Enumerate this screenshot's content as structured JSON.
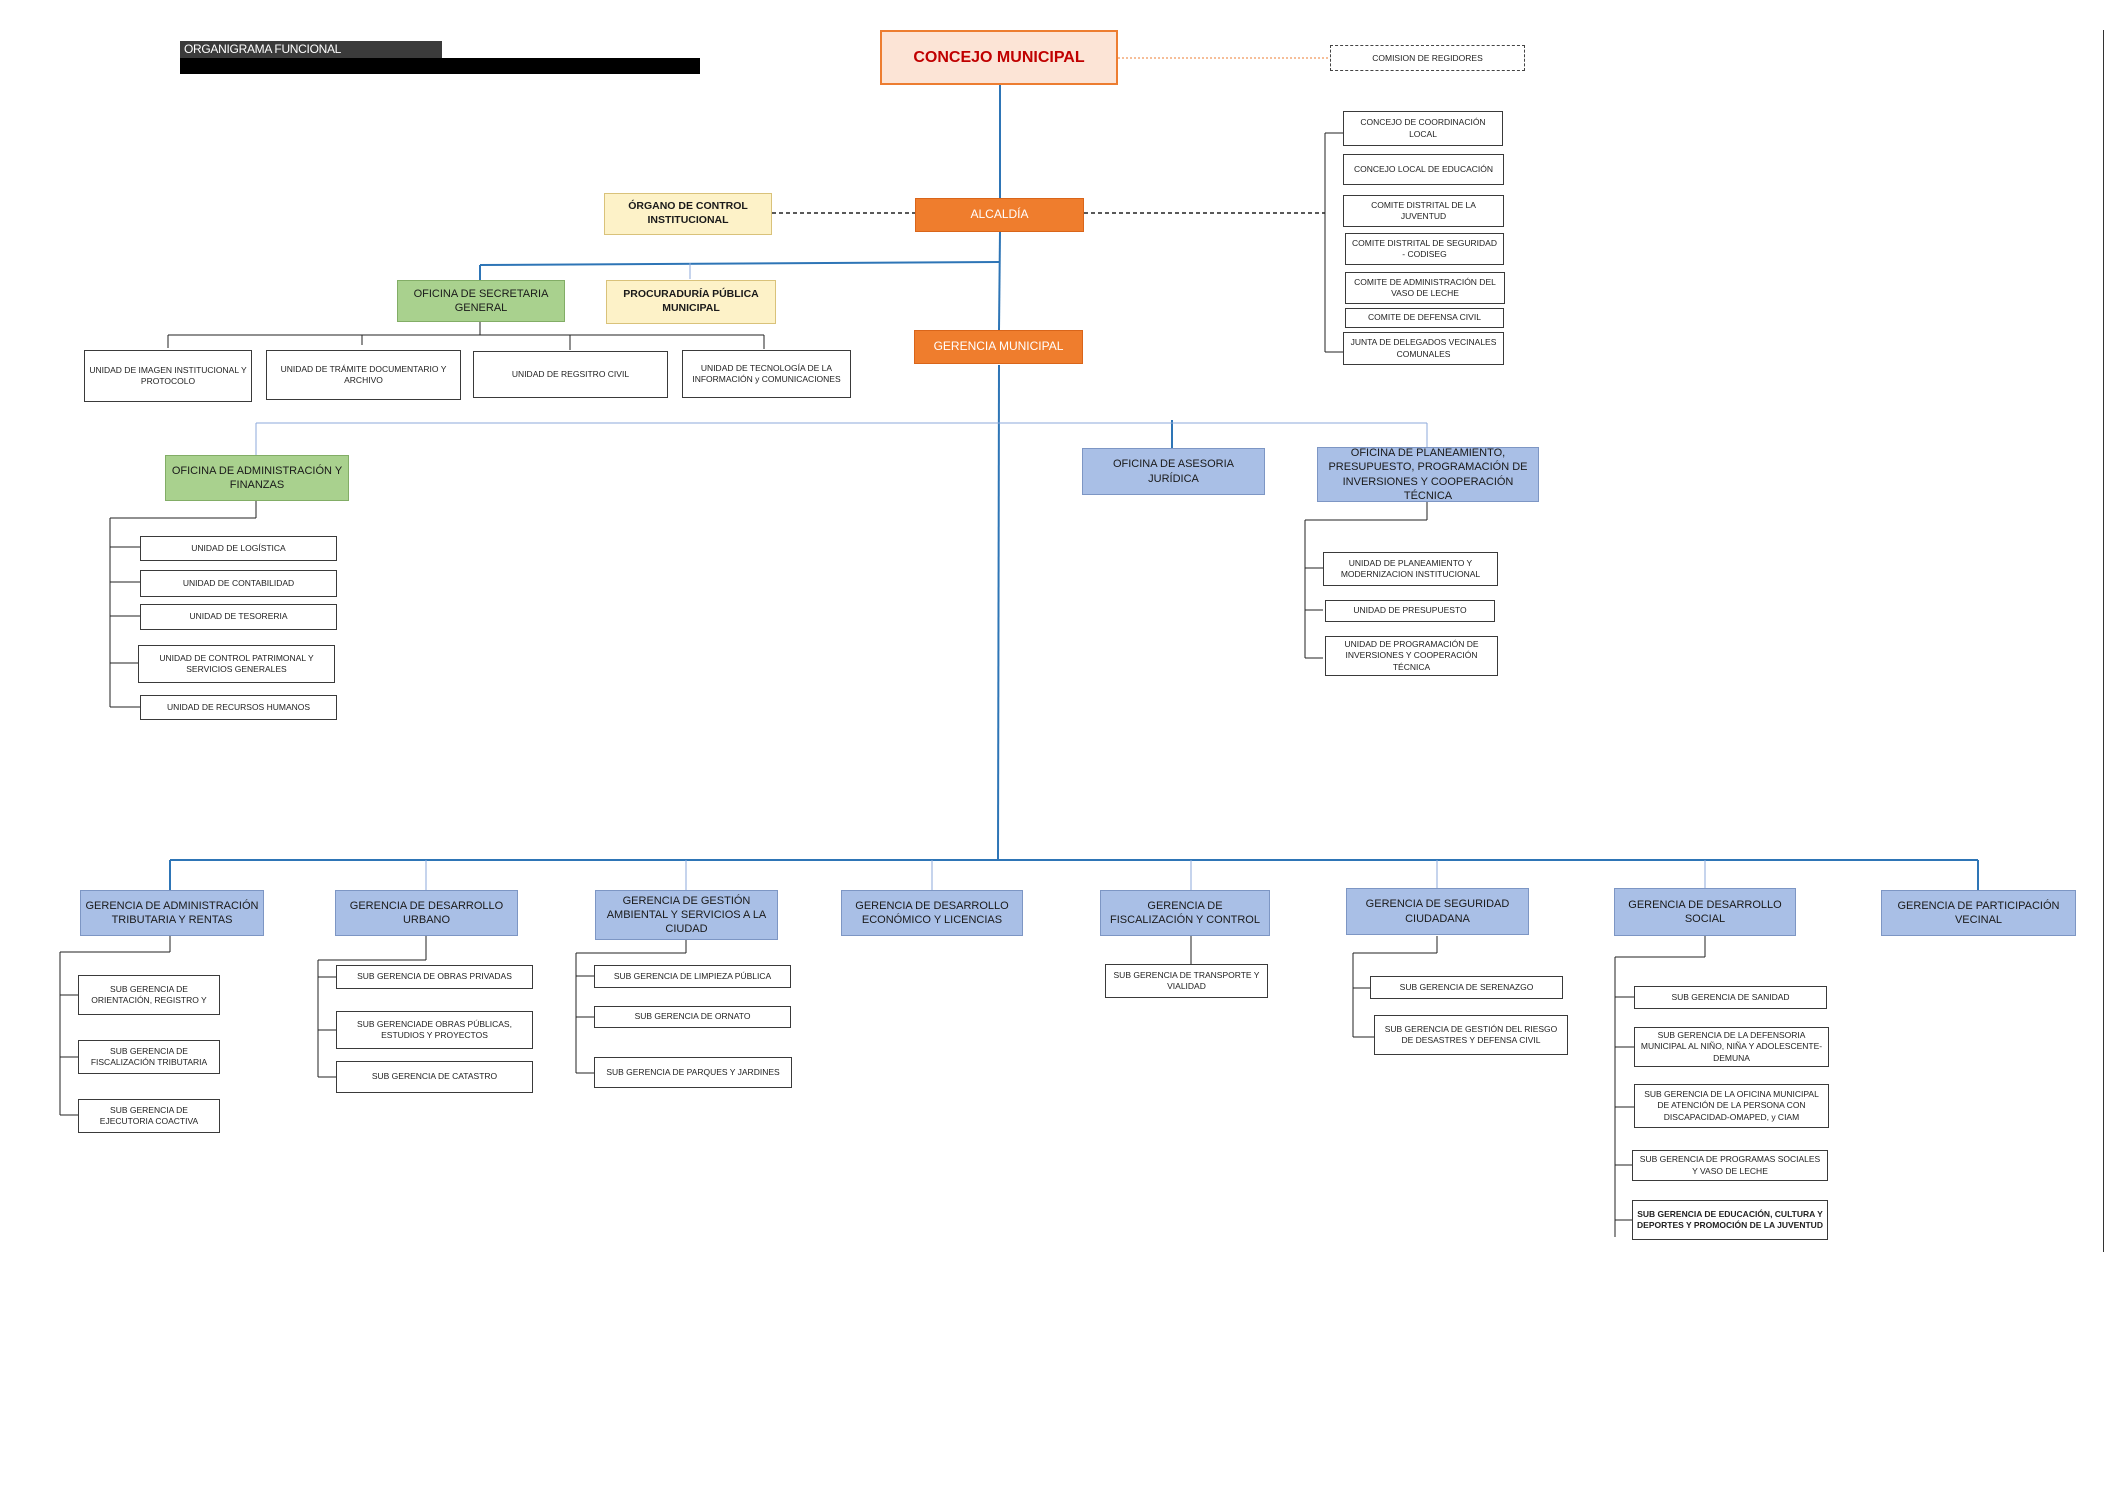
{
  "header": {
    "title": "ORGANIGRAMA FUNCIONAL"
  },
  "top": {
    "concejo": "CONCEJO MUNICIPAL",
    "comision": "COMISION DE REGIDORES",
    "alcaldia": "ALCALDÍA",
    "control": "ÓRGANO DE CONTROL INSTITUCIONAL",
    "procuraduria": "PROCURADURÍA PÚBLICA MUNICIPAL",
    "secretaria": "OFICINA DE SECRETARIA GENERAL",
    "gerencia_municipal": "GERENCIA MUNICIPAL"
  },
  "committees": [
    "CONCEJO DE COORDINACIÓN LOCAL",
    "CONCEJO LOCAL DE EDUCACIÓN",
    "COMITE DISTRITAL DE LA JUVENTUD",
    "COMITE DISTRITAL DE SEGURIDAD - CODISEG",
    "COMITE DE ADMINISTRACIÓN DEL VASO DE LECHE",
    "COMITE DE DEFENSA CIVIL",
    "JUNTA DE DELEGADOS VECINALES COMUNALES"
  ],
  "secretaria_units": [
    "UNIDAD DE IMAGEN INSTITUCIONAL Y PROTOCOLO",
    "UNIDAD DE TRÁMITE DOCUMENTARIO Y ARCHIVO",
    "UNIDAD DE REGSITRO CIVIL",
    "UNIDAD DE TECNOLOGÍA DE LA INFORMACIÓN y COMUNICACIONES"
  ],
  "admin": {
    "title": "OFICINA DE ADMINISTRACIÓN Y FINANZAS",
    "units": [
      "UNIDAD DE LOGÍSTICA",
      "UNIDAD DE CONTABILIDAD",
      "UNIDAD DE TESORERIA",
      "UNIDAD DE CONTROL PATRIMONAL Y SERVICIOS GENERALES",
      "UNIDAD DE RECURSOS HUMANOS"
    ]
  },
  "asesoria": "OFICINA DE ASESORIA JURÍDICA",
  "planeamiento": {
    "title": "OFICINA DE PLANEAMIENTO, PRESUPUESTO, PROGRAMACIÓN DE INVERSIONES Y COOPERACIÓN TÉCNICA",
    "units": [
      "UNIDAD DE PLANEAMIENTO Y MODERNIZACION INSTITUCIONAL",
      "UNIDAD DE PRESUPUESTO",
      "UNIDAD DE PROGRAMACIÓN DE INVERSIONES Y COOPERACIÓN TÉCNICA"
    ]
  },
  "gerencias": [
    {
      "title": "GERENCIA DE ADMINISTRACIÓN TRIBUTARIA Y RENTAS",
      "subs": [
        "SUB GERENCIA DE ORIENTACIÓN, REGISTRO Y",
        "SUB GERENCIA DE FISCALIZACIÓN TRIBUTARIA",
        "SUB GERENCIA DE EJECUTORIA COACTIVA"
      ]
    },
    {
      "title": "GERENCIA DE DESARROLLO URBANO",
      "subs": [
        "SUB GERENCIA DE OBRAS PRIVADAS",
        "SUB GERENCIADE OBRAS PÚBLICAS, ESTUDIOS Y PROYECTOS",
        "SUB GERENCIA DE CATASTRO"
      ]
    },
    {
      "title": "GERENCIA DE GESTIÓN AMBIENTAL Y SERVICIOS A LA CIUDAD",
      "subs": [
        "SUB GERENCIA DE LIMPIEZA PÚBLICA",
        "SUB GERENCIA DE ORNATO",
        "SUB GERENCIA DE PARQUES Y JARDINES"
      ]
    },
    {
      "title": "GERENCIA DE DESARROLLO ECONÓMICO Y LICENCIAS",
      "subs": []
    },
    {
      "title": "GERENCIA DE FISCALIZACIÓN Y CONTROL",
      "subs": [
        "SUB GERENCIA DE TRANSPORTE Y VIALIDAD"
      ]
    },
    {
      "title": "GERENCIA DE SEGURIDAD CIUDADANA",
      "subs": [
        "SUB GERENCIA DE SERENAZGO",
        "SUB GERENCIA DE GESTIÓN DEL RIESGO DE DESASTRES Y DEFENSA CIVIL"
      ]
    },
    {
      "title": "GERENCIA DE DESARROLLO SOCIAL",
      "subs": [
        "SUB GERENCIA DE SANIDAD",
        "SUB GERENCIA DE LA DEFENSORIA MUNICIPAL AL NIÑO, NIÑA Y ADOLESCENTE-DEMUNA",
        "SUB GERENCIA DE LA OFICINA MUNICIPAL DE ATENCIÓN DE LA PERSONA CON DISCAPACIDAD-OMAPED, y CIAM",
        "SUB GERENCIA DE PROGRAMAS SOCIALES Y VASO DE LECHE",
        "SUB GERENCIA DE EDUCACIÓN, CULTURA Y DEPORTES Y PROMOCIÓN DE LA JUVENTUD"
      ]
    },
    {
      "title": "GERENCIA DE PARTICIPACIÓN VECINAL",
      "subs": []
    }
  ],
  "colors": {
    "orange": "#ef7d2d",
    "blue": "#a9bfe6",
    "green": "#a9d18e",
    "yellow": "#fdf2c8",
    "concejo_fill": "#fce4d6",
    "concejo_text": "#c00000",
    "trunk": "#2e75b6"
  }
}
